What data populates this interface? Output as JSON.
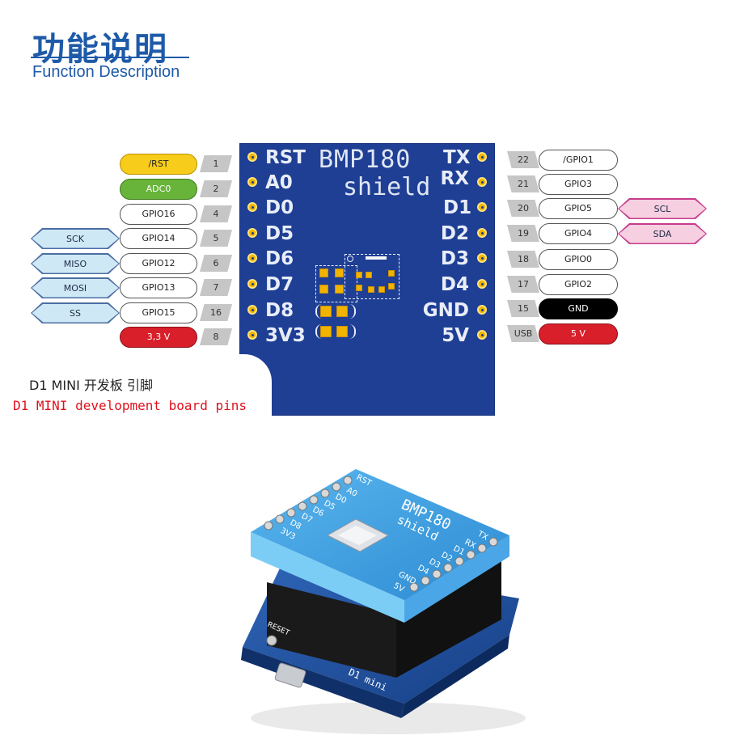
{
  "header": {
    "title_zh": "功能说明",
    "title_en": "Function Description"
  },
  "board": {
    "title": "BMP180",
    "subtitle": "shield",
    "left_pins": [
      "RST",
      "A0",
      "D0",
      "D5",
      "D6",
      "D7",
      "D8",
      "3V3"
    ],
    "right_pins": [
      "TX",
      "RX",
      "D1",
      "D2",
      "D3",
      "D4",
      "GND",
      "5V"
    ],
    "color": "#1f3f95",
    "pad_color": "#f0b400"
  },
  "left_column": {
    "numbers": [
      "1",
      "2",
      "4",
      "5",
      "6",
      "7",
      "16",
      "8"
    ],
    "pills": [
      "/RST",
      "ADC0",
      "GPIO16",
      "GPIO14",
      "GPIO12",
      "GPIO13",
      "GPIO15",
      "3,3 V"
    ],
    "functions": [
      "SCK",
      "MISO",
      "MOSI",
      "SS"
    ]
  },
  "right_column": {
    "numbers": [
      "22",
      "21",
      "20",
      "19",
      "18",
      "17",
      "15",
      "USB"
    ],
    "pills": [
      "/GPIO1",
      "GPIO3",
      "GPIO5",
      "GPIO4",
      "GPIO0",
      "GPIO2",
      "GND",
      "5 V"
    ],
    "functions": [
      "SCL",
      "SDA"
    ]
  },
  "caption": {
    "zh": "D1 MINI 开发板 引脚",
    "en": "D1 MINI development board pins"
  },
  "photo": {
    "shield_title": "BMP180",
    "shield_subtitle": "shield",
    "shield_left_pins": [
      "RST",
      "A0",
      "D0",
      "D5",
      "D6",
      "D7",
      "D8",
      "3V3"
    ],
    "shield_right_pins": [
      "TX",
      "RX",
      "D1",
      "D2",
      "D3",
      "D4",
      "GND",
      "5V"
    ],
    "base_reset": "RESET",
    "base_label": "D1 mini"
  }
}
